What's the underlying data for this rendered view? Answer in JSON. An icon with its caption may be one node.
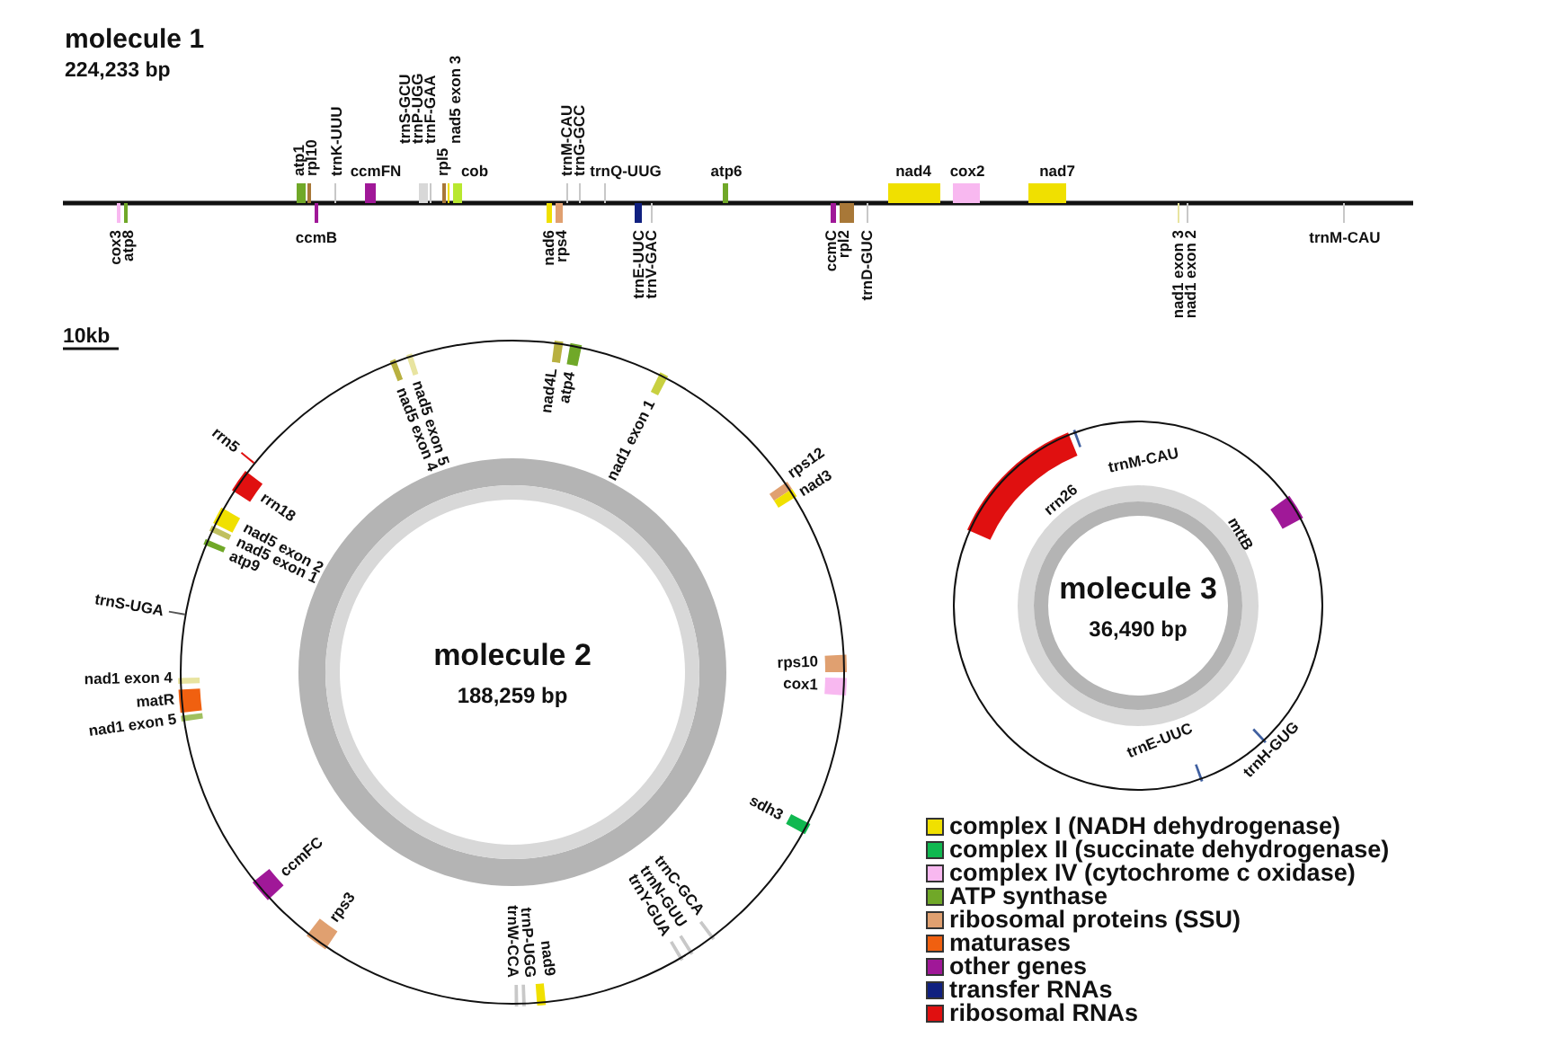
{
  "diagram": {
    "nodes": [
      {
        "text": [
          "molecule 2",
          "188,259 bp"
        ]
      },
      {
        "text": [
          "molecule 3",
          "36,490 bp"
        ]
      }
    ],
    "labels": [
      "molecule 1",
      "224,233 bp",
      "atp1",
      "rpl10",
      "trnK-UUU",
      "ccmFN",
      "trnS-GCU",
      "trnP-UGG",
      "trnF-GAA",
      "rpl5",
      "nad5 exon 3",
      "cob",
      "trnM-CAU",
      "trnG-GCC",
      "trnQ-UUG",
      "atp6",
      "nad4",
      "cox2",
      "nad7",
      "cox3",
      "atp8",
      "ccmB",
      "nad6",
      "rps4",
      "trnE-UUC",
      "trnV-GAC",
      "ccmC",
      "rpl2",
      "trnD-GUC",
      "nad1 exon 3",
      "nad1 exon 2",
      "trnM-CAU",
      "10kb",
      "nad5 exon 5",
      "nad5 exon 4",
      "nad4L",
      "atp4",
      "nad1 exon 1",
      "rps12",
      "nad3",
      "rps10",
      "cox1",
      "sdh3",
      "trnC-GCA",
      "trnN-GUU",
      "trnY-GUA",
      "trnW-CCA",
      "trnP-UGG",
      "nad9",
      "rps3",
      "ccmFC",
      "nad1 exon 5",
      "matR",
      "nad1 exon 4",
      "trnS-UGA",
      "atp9",
      "nad5 exon 1",
      "nad5 exon 2",
      "rrn18",
      "rrn5",
      "rrn26",
      "trnM-CAU",
      "mttB",
      "trnH-GUG",
      "trnE-UUC"
    ],
    "legend": [
      {
        "text": "complex I (NADH dehydrogenase)",
        "color": "#f0e000"
      },
      {
        "text": "complex II (succinate dehydrogenase)",
        "color": "#10b850"
      },
      {
        "text": "complex IV (cytochrome c oxidase)",
        "color": "#f8b8f0"
      },
      {
        "text": "ATP synthase",
        "color": "#70a828"
      },
      {
        "text": "ribosomal proteins (SSU)",
        "color": "#e0a070"
      },
      {
        "text": "maturases",
        "color": "#f06010"
      },
      {
        "text": "other genes",
        "color": "#a01898"
      },
      {
        "text": "transfer RNAs",
        "color": "#102080"
      },
      {
        "text": "ribosomal RNAs",
        "color": "#e01010"
      }
    ]
  }
}
